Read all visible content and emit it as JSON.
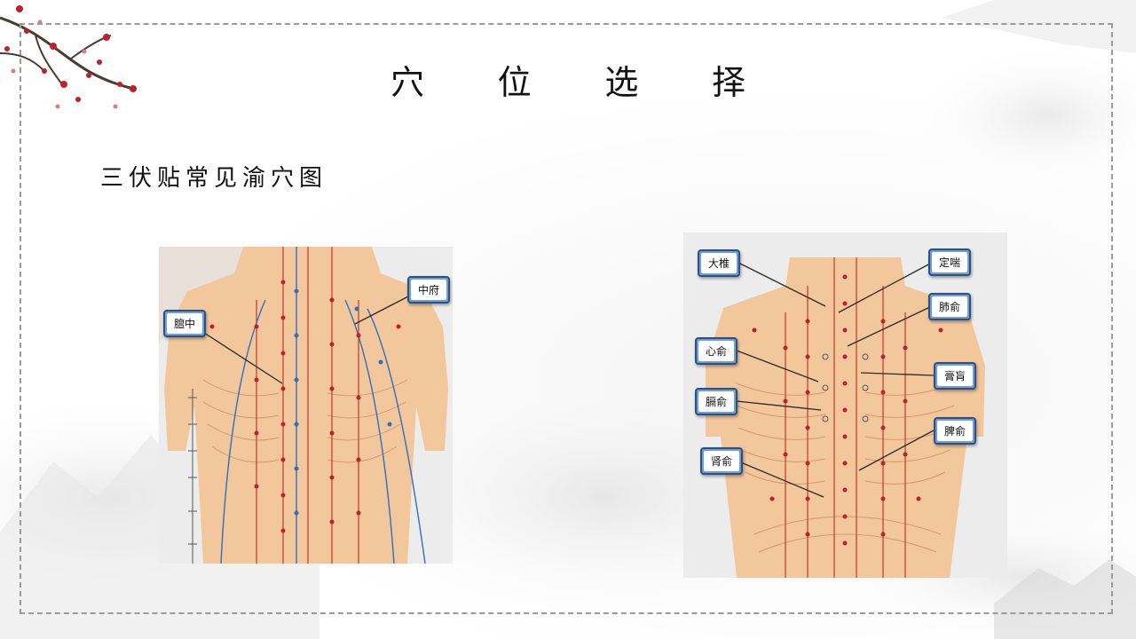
{
  "slide": {
    "title_chars": [
      "穴",
      "位",
      "选",
      "择"
    ],
    "subtitle": "三伏贴常见渝穴图"
  },
  "front_figure": {
    "callouts": [
      "膻中",
      "中府"
    ]
  },
  "back_figure": {
    "callouts": [
      "大椎",
      "定喘",
      "肺俞",
      "心俞",
      "膏肓",
      "膈俞",
      "脾俞",
      "肾俞"
    ]
  },
  "colors": {
    "frame": "#9a9a9a",
    "callout_fill": "#6f9fd8",
    "callout_border": "#2f4f7f",
    "skin": "#f2c9a0",
    "meridian_red": "#c0392b",
    "meridian_blue": "#2f6fc0",
    "blossom": "#c0202a"
  }
}
